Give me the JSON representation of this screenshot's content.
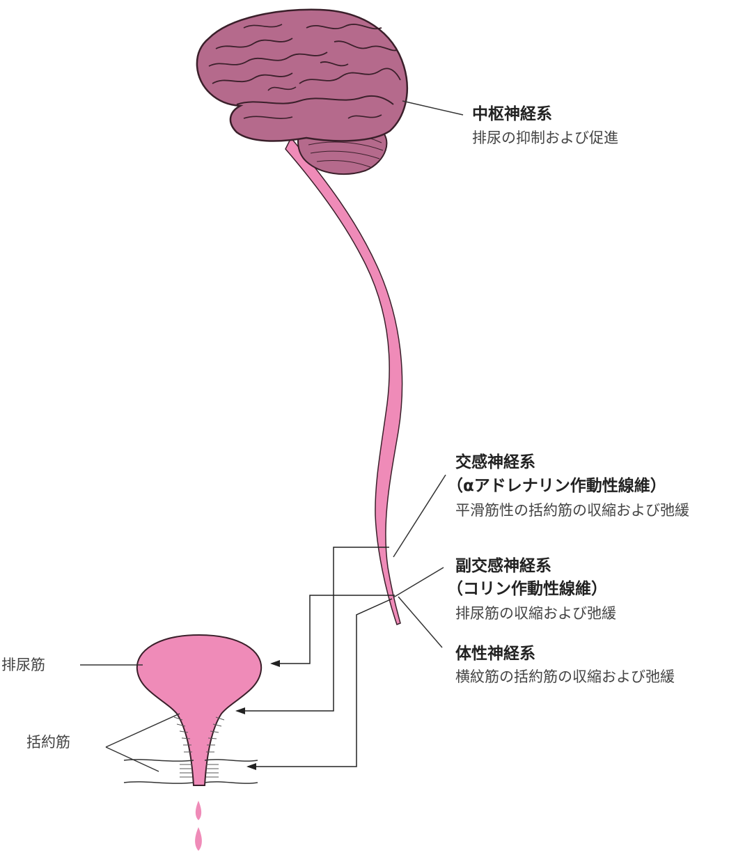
{
  "colors": {
    "brain": "#b56a8c",
    "brain_outline": "#3a1f2a",
    "spinal_cord": "#ef8bb8",
    "bladder": "#ef8bb8",
    "line": "#333333"
  },
  "labels": {
    "cns": {
      "title": "中枢神経系",
      "desc": "排尿の抑制および促進"
    },
    "sympathetic": {
      "title": "交感神経系",
      "subtitle": "（αアドレナリン作動性線維）",
      "desc": "平滑筋性の括約筋の収縮および弛緩"
    },
    "parasympathetic": {
      "title": "副交感神経系",
      "subtitle": "（コリン作動性線維）",
      "desc": "排尿筋の収縮および弛緩"
    },
    "somatic": {
      "title": "体性神経系",
      "desc": "横紋筋の括約筋の収縮および弛緩"
    },
    "detrusor": "排尿筋",
    "sphincter": "括約筋"
  }
}
